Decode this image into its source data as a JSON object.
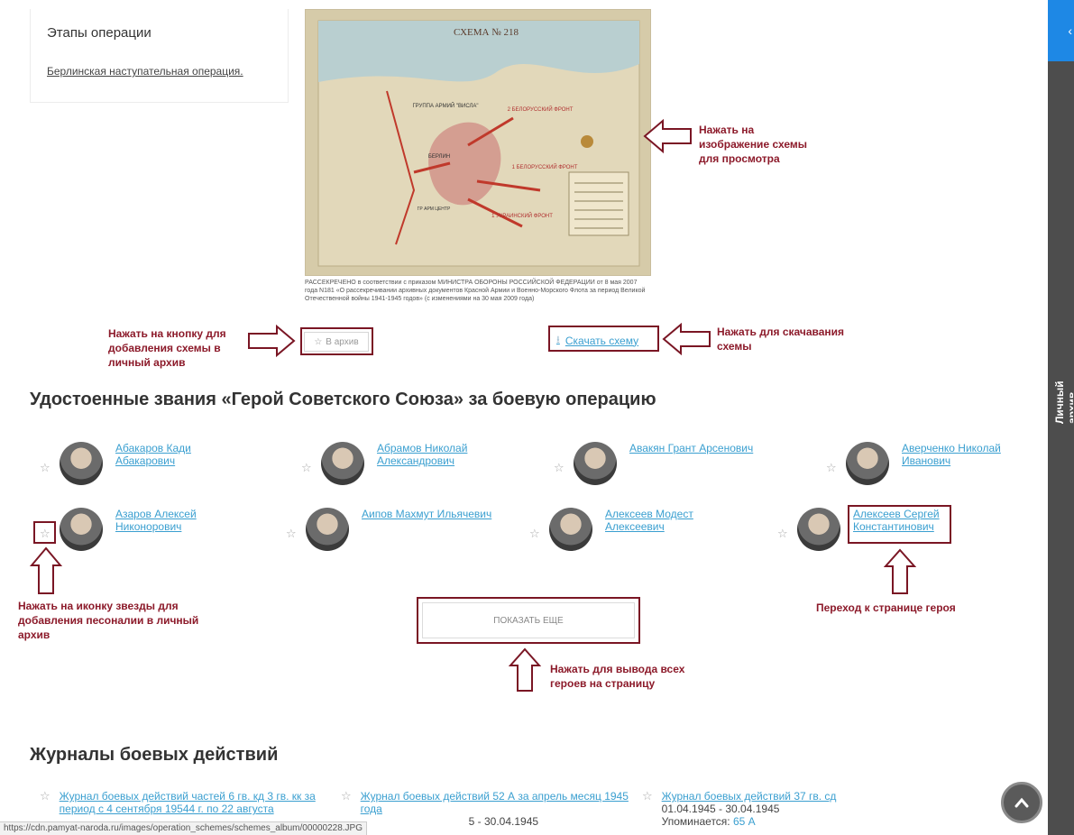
{
  "stages": {
    "title": "Этапы операции",
    "link": "Берлинская наступательная операция."
  },
  "scheme": {
    "heading": "СХЕМА № 218",
    "fronts": [
      "2 БЕЛОРУССКИЙ ФРОНТ",
      "1 БЕЛОРУССКИЙ ФРОНТ",
      "1 УКРАИНСКИЙ ФРОНТ"
    ],
    "army_group": "ГРУППА АРМИЙ \"ВИСЛА\"",
    "army_group_center": "ГР АРМ ЦЕНТР",
    "city": "БЕРЛИН",
    "caption": "РАССЕКРЕЧЕНО в соответствии с приказом МИНИСТРА ОБОРОНЫ РОССИЙСКОЙ ФЕДЕРАЦИИ от 8 мая 2007 года N181 «О рассекречивании архивных документов Красной Армии и Военно-Морского Флота за период Великой Отечественной войны 1941-1945 годов» (с изменениями на 30 мая 2009 года)",
    "archive_label": "В архив",
    "download_label": "Скачать схему"
  },
  "heroes_section": {
    "title": "Удостоенные звания «Герой Советского Союза» за боевую операцию",
    "heroes": [
      {
        "name": "Абакаров Кади Абакарович"
      },
      {
        "name": "Абрамов Николай Александрович"
      },
      {
        "name": "Авакян Грант Арсенович"
      },
      {
        "name": "Аверченко Николай Иванович"
      },
      {
        "name": "Азаров Алексей Никонорович"
      },
      {
        "name": "Аипов Махмут Ильячевич"
      },
      {
        "name": "Алексеев Модест Алексеевич"
      },
      {
        "name": "Алексеев Сергей Константинович"
      }
    ],
    "show_more": "ПОКАЗАТЬ ЕЩЕ"
  },
  "annotations": {
    "view_scheme": "Нажать на изображение схемы для просмотра",
    "add_scheme": "Нажать на кнопку для добавления схемы в личный архив",
    "download_scheme": "Нажать для скачавания схемы",
    "add_person": "Нажать на иконку звезды для добавления песоналии в личный архив",
    "hero_page": "Переход к странице героя",
    "show_all": "Нажать для вывода всех героев на страницу"
  },
  "journals": {
    "title": "Журналы боевых действий",
    "items": [
      {
        "title": "Журнал боевых действий частей 6 гв. кд 3 гв. кк за период с 4 сентября 19544 г. по 22 августа",
        "dates": ""
      },
      {
        "title": "Журнал боевых действий 52 А за апрель месяц 1945 года",
        "dates": "5 - 30.04.1945"
      },
      {
        "title": "Журнал боевых действий 37 гв. сд",
        "dates": "01.04.1945 - 30.04.1945",
        "mention_label": "Упоминается:",
        "mention_value": "65 А"
      }
    ]
  },
  "statusbar": {
    "url": "https://cdn.pamyat-naroda.ru/images/operation_schemes/schemes_album/00000228.JPG"
  },
  "sidebar": {
    "label": "Личный архив"
  },
  "colors": {
    "link": "#3a9fd0",
    "annotation": "#8c1a2a",
    "sidebar": "#4d4d4d",
    "sidebar_accent": "#1e88e5"
  }
}
